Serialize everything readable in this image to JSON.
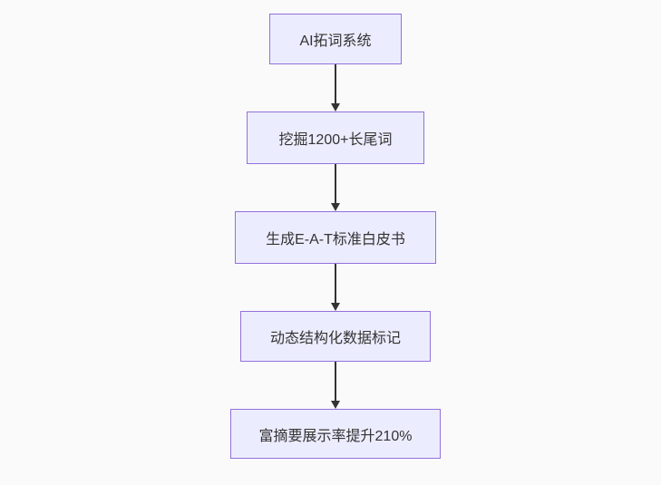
{
  "diagram": {
    "type": "flowchart",
    "direction": "top-down",
    "steps": [
      {
        "order": 1,
        "label": "AI拓词系统"
      },
      {
        "order": 2,
        "label": "挖掘1200+长尾词"
      },
      {
        "order": 3,
        "label": "生成E-A-T标准白皮书"
      },
      {
        "order": 4,
        "label": "动态结构化数据标记"
      },
      {
        "order": 5,
        "label": "富摘要展示率提升210%"
      }
    ],
    "connections": [
      {
        "from": 1,
        "to": 2
      },
      {
        "from": 2,
        "to": 3
      },
      {
        "from": 3,
        "to": 4
      },
      {
        "from": 4,
        "to": 5
      }
    ],
    "colors": {
      "node_fill": "#ECECFF",
      "node_border": "#9370DB",
      "text": "#333333",
      "arrow": "#333333",
      "background": "#FAFAFA"
    }
  }
}
